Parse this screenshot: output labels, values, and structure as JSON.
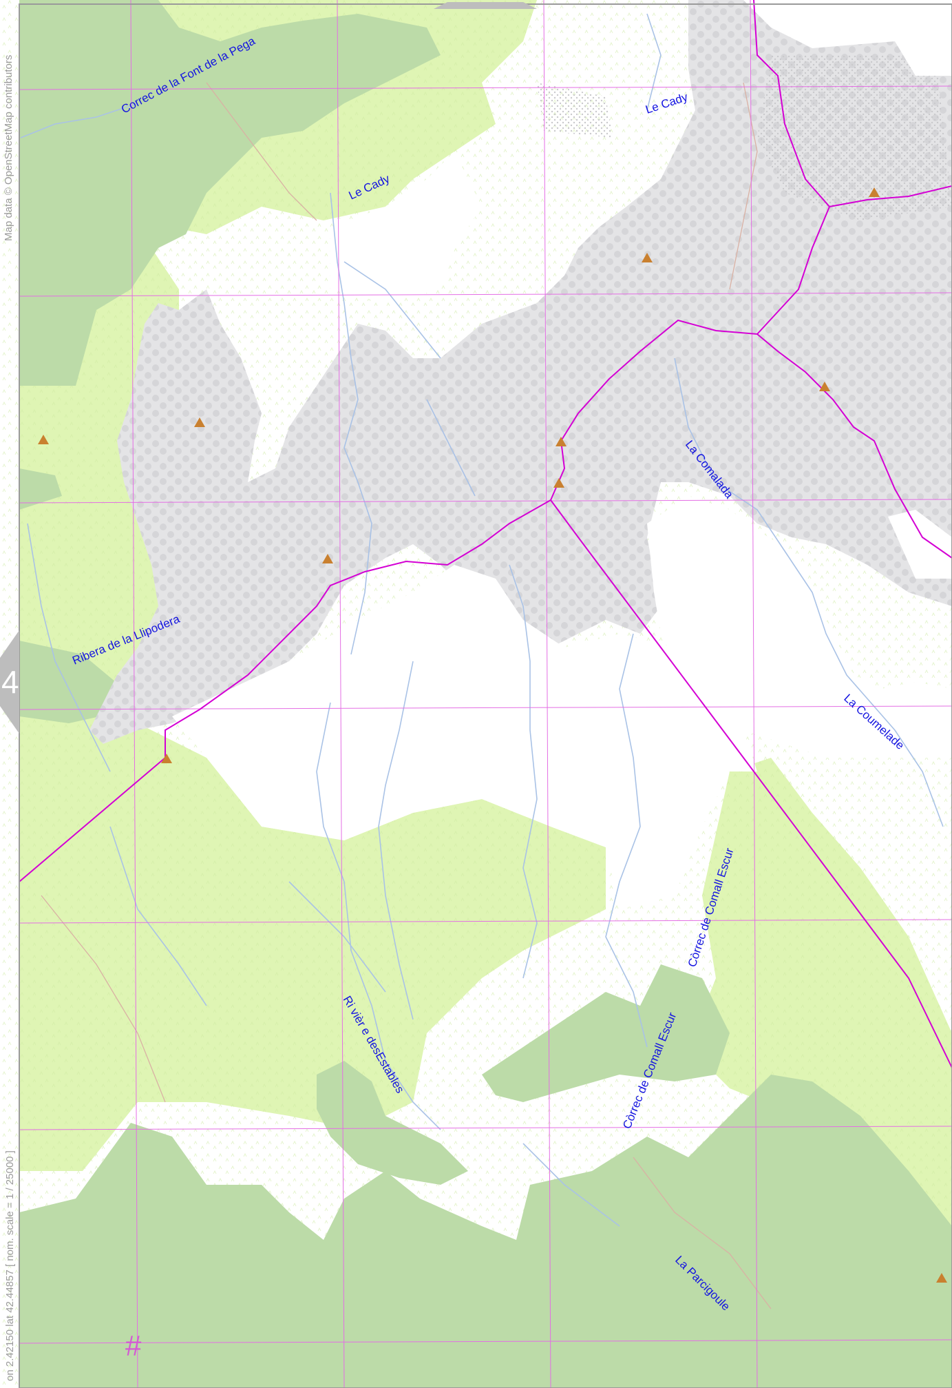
{
  "attribution": "Map data © OpenStreetMap contributors",
  "coords_scale": "on 2.42150 lat 42.44857 [ nom. scale = 1 / 25000 ]",
  "left_tab_label": "4",
  "grid_mark": "#",
  "labels": {
    "correc_font_pega": "Correc de la Font de la Pega",
    "le_cady_1": "Le Cady",
    "le_cady_2": "Le Cady",
    "la_comalada": "La Comalada",
    "ribera_llipodera": "Ribera de la Llipodera",
    "la_coumelade": "La Coumelade",
    "correc_comall_escur_1": "Còrrec de Comall Escur",
    "correc_comall_escur_2": "Còrrec de Comall Escur",
    "riviere_estables": "Ri vièr e desEstables",
    "la_parcigoule": "La Parcigoule"
  },
  "colors": {
    "forest": "#bcdba8",
    "grassland": "#dff5b4",
    "rock": "#e4e4e6",
    "boundary": "#d400d4",
    "grid": "#e46ee4",
    "water_label": "#1414e0",
    "stream": "#a9c2e6",
    "peak": "#c9802f"
  }
}
